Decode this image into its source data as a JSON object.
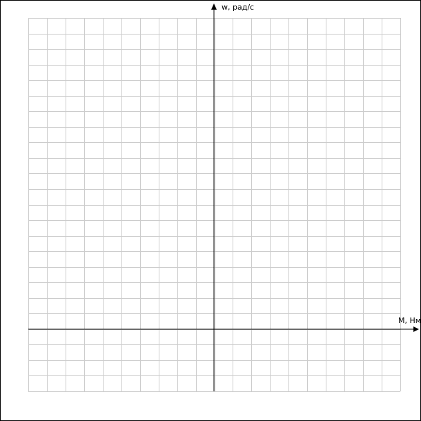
{
  "chart_data": {
    "type": "line",
    "xlabel": "M, Нм",
    "ylabel": "w, рад/с",
    "grid": true,
    "series": []
  },
  "colors": {
    "grid": "#cccccc",
    "axis": "#000000",
    "background": "#ffffff"
  }
}
